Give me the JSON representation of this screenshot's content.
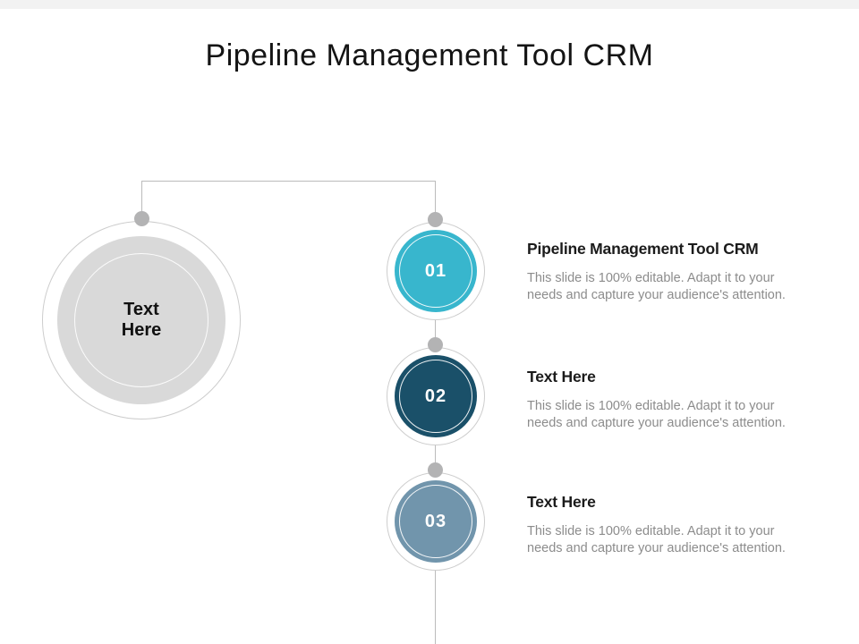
{
  "slide_title": "Pipeline Management Tool CRM",
  "feature_circle": {
    "label": "Text Here"
  },
  "steps": [
    {
      "number": "01",
      "heading": "Pipeline Management Tool CRM",
      "body": "This slide is 100% editable. Adapt it to your needs and capture your audience's attention.",
      "color": "#38B6CD"
    },
    {
      "number": "02",
      "heading": "Text Here",
      "body": "This slide is 100% editable. Adapt it to your needs and capture your audience's attention.",
      "color": "#1A5069"
    },
    {
      "number": "03",
      "heading": "Text Here",
      "body": "This slide is 100% editable. Adapt it to your needs and capture your audience's attention.",
      "color": "#7195AC"
    }
  ],
  "colors": {
    "feature_fill": "#D9D9D9",
    "connector_line": "#BBBBBB",
    "connector_dot": "#B3B3B4",
    "heading_text": "#1B1B1B",
    "body_text": "#8C8C8C",
    "top_strip": "#F2F2F2"
  }
}
